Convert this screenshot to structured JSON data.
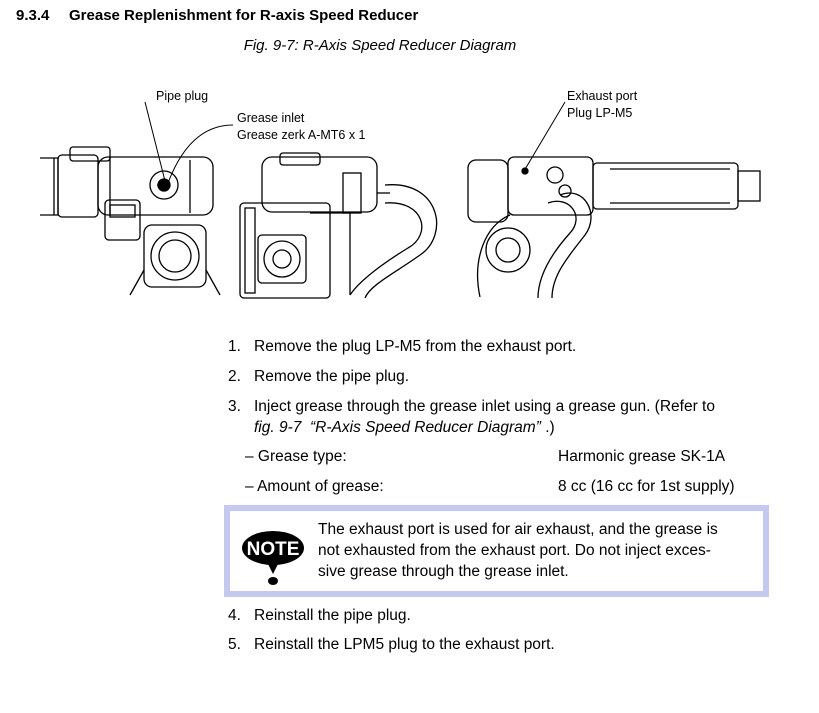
{
  "section": {
    "number": "9.3.4",
    "title": "Grease Replenishment for R-axis Speed Reducer"
  },
  "figure": {
    "caption": "Fig. 9-7: R-Axis Speed Reducer Diagram",
    "callouts": {
      "pipe_plug": "Pipe plug",
      "grease_inlet": "Grease inlet",
      "grease_zerk": "Grease zerk A-MT6 x 1",
      "exhaust_port": "Exhaust port",
      "plug_lp": "Plug LP-M5"
    }
  },
  "steps": [
    {
      "num": "1.",
      "text": "Remove the plug LP-M5 from the exhaust port."
    },
    {
      "num": "2.",
      "text": "Remove the pipe plug."
    },
    {
      "num": "3.",
      "text_a": "Inject grease through the grease inlet using a grease gun.  (Refer to",
      "text_b_ref": "fig. 9-7",
      "text_b_title": "“R-Axis Speed Reducer Diagram”",
      "text_b_end": ".)"
    },
    {
      "num": "4.",
      "text": "Reinstall the pipe plug."
    },
    {
      "num": "5.",
      "text": "Reinstall the LPM5 plug to the exhaust port."
    }
  ],
  "specs": [
    {
      "label": "– Grease type:",
      "value": "Harmonic grease SK-1A"
    },
    {
      "label": "– Amount of grease:",
      "value": "8 cc (16 cc for 1st supply)"
    }
  ],
  "note": {
    "icon_label": "NOTE",
    "line1": "The exhaust port is used for air exhaust, and the grease is",
    "line2": "not exhausted from the exhaust port.  Do not inject exces-",
    "line3": "sive grease through the grease inlet.",
    "border_color": "#c5c9f0"
  }
}
